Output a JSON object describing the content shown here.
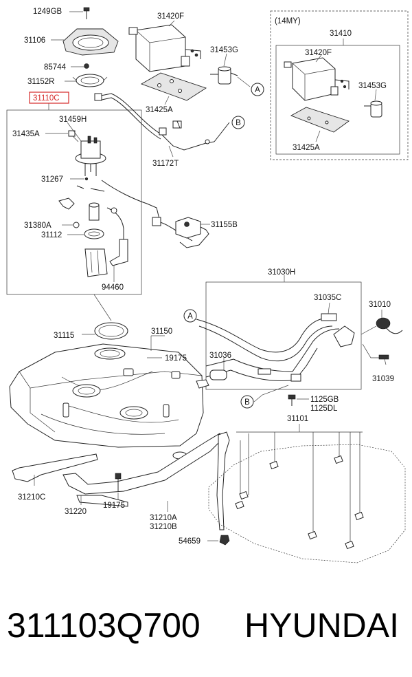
{
  "diagram": {
    "labels": {
      "l1249GB": "1249GB",
      "l31106": "31106",
      "l85744": "85744",
      "l31152R": "31152R",
      "l31110C": "31110C",
      "l31459H": "31459H",
      "l31435A": "31435A",
      "l31267": "31267",
      "l31380A": "31380A",
      "l31112": "31112",
      "l94460": "94460",
      "l31420F": "31420F",
      "l31453G": "31453G",
      "l31425A": "31425A",
      "l31172T": "31172T",
      "l31155B": "31155B",
      "l14MY": "(14MY)",
      "l31410": "31410",
      "l31420F_b": "31420F",
      "l31453G_b": "31453G",
      "l31425A_b": "31425A",
      "l31030H": "31030H",
      "l31035C": "31035C",
      "l31010": "31010",
      "l31036": "31036",
      "l31039": "31039",
      "l31115": "31115",
      "l31150": "31150",
      "l19175": "19175",
      "l1125GB": "1125GB",
      "l1125DL": "1125DL",
      "l31101": "31101",
      "l31210C": "31210C",
      "l31220": "31220",
      "l19175_b": "19175",
      "l31210A": "31210A",
      "l31210B": "31210B",
      "l54659": "54659"
    },
    "callouts": {
      "a1": "A",
      "a2": "A",
      "b1": "B",
      "b2": "B"
    },
    "highlight_color": "#d62a2a"
  },
  "footer": {
    "part_number": "311103Q700",
    "brand": "HYUNDAI"
  }
}
